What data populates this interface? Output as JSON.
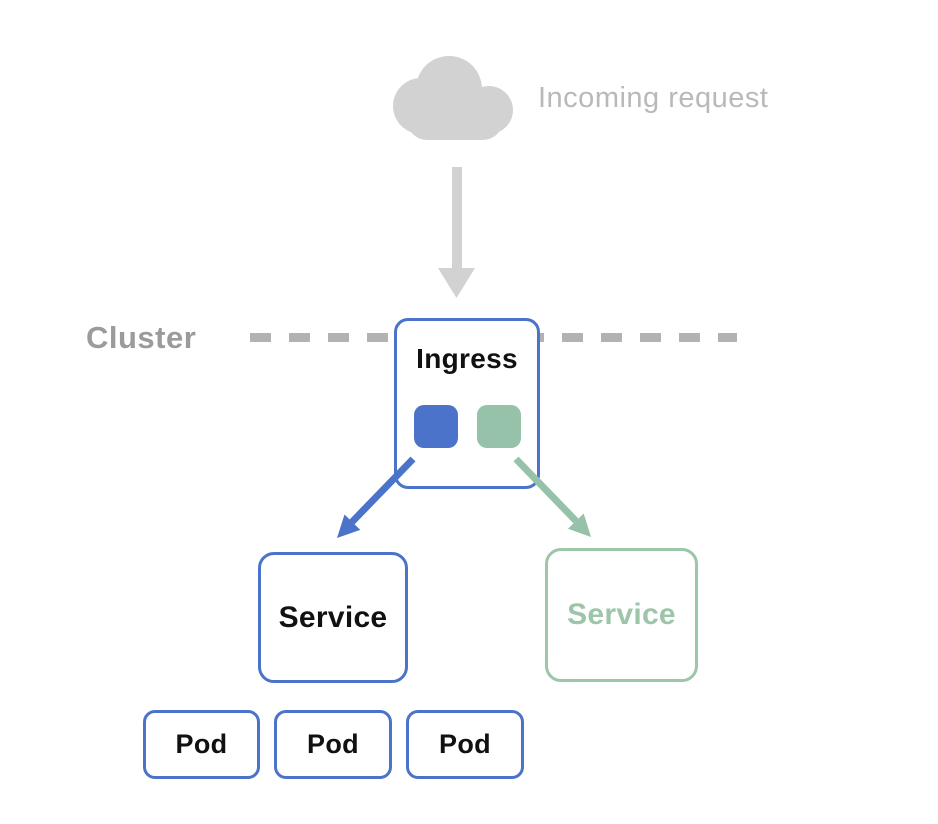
{
  "diagram": {
    "title_context": "Kubernetes Ingress routing diagram",
    "incoming": {
      "label": "Incoming request"
    },
    "cluster": {
      "label": "Cluster"
    },
    "nodes": {
      "ingress": {
        "label": "Ingress"
      },
      "service_blue": {
        "label": "Service"
      },
      "service_green": {
        "label": "Service"
      },
      "pods": [
        {
          "label": "Pod"
        },
        {
          "label": "Pod"
        },
        {
          "label": "Pod"
        }
      ]
    },
    "colors": {
      "blue": "#4a73c9",
      "green": "#95c2a8",
      "green_border": "#9cc5a9",
      "gray_shape": "#d2d2d2",
      "gray_dash": "#b2b2b2",
      "gray_text_dark": "#9b9b9b",
      "gray_text_light": "#b9b9b9",
      "text_black": "#111111"
    }
  }
}
